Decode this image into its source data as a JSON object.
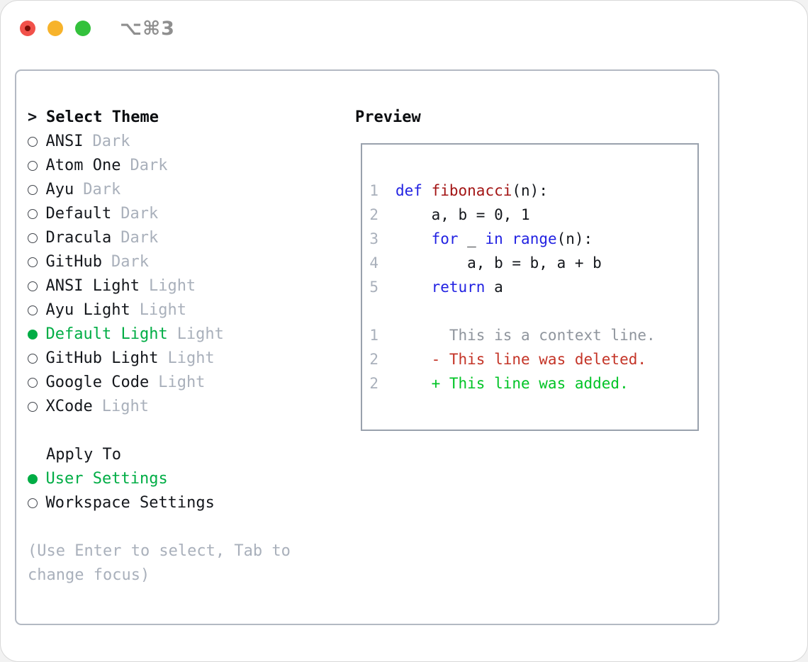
{
  "window": {
    "shortcut_label": "⌥⌘3",
    "traffic_lights": [
      "close",
      "minimize",
      "zoom"
    ]
  },
  "colors": {
    "text": "#14171c",
    "muted": "#a9b0bb",
    "ctx": "#8f959d",
    "kw": "#2222e2",
    "fn": "#a31515",
    "del": "#c43427",
    "add": "#00c426",
    "green": "#00ad45",
    "panel-border": "#b3b9c3",
    "preview-border": "#99a1ad"
  },
  "theme_selector": {
    "header_prefix": ">",
    "header_label": "Select Theme",
    "themes": [
      {
        "name": "ANSI",
        "variant": "Dark",
        "selected": false
      },
      {
        "name": "Atom One",
        "variant": "Dark",
        "selected": false
      },
      {
        "name": "Ayu",
        "variant": "Dark",
        "selected": false
      },
      {
        "name": "Default",
        "variant": "Dark",
        "selected": false
      },
      {
        "name": "Dracula",
        "variant": "Dark",
        "selected": false
      },
      {
        "name": "GitHub",
        "variant": "Dark",
        "selected": false
      },
      {
        "name": "ANSI Light",
        "variant": "Light",
        "selected": false
      },
      {
        "name": "Ayu Light",
        "variant": "Light",
        "selected": false
      },
      {
        "name": "Default Light",
        "variant": "Light",
        "selected": true
      },
      {
        "name": "GitHub Light",
        "variant": "Light",
        "selected": false
      },
      {
        "name": "Google Code",
        "variant": "Light",
        "selected": false
      },
      {
        "name": "XCode",
        "variant": "Light",
        "selected": false
      }
    ],
    "apply_to_label": "Apply To",
    "apply_options": [
      {
        "name": "User Settings",
        "selected": true
      },
      {
        "name": "Workspace Settings",
        "selected": false
      }
    ],
    "hint": "(Use Enter to select, Tab to change focus)"
  },
  "preview": {
    "label": "Preview",
    "lines": [
      {
        "num": "1",
        "parts": [
          {
            "t": "def",
            "s": "kw"
          },
          {
            "t": " ",
            "s": "pl"
          },
          {
            "t": "fibonacci",
            "s": "fn"
          },
          {
            "t": "(n):",
            "s": "pl"
          }
        ]
      },
      {
        "num": "2",
        "parts": [
          {
            "t": "    a, b = 0, 1",
            "s": "pl"
          }
        ]
      },
      {
        "num": "3",
        "parts": [
          {
            "t": "    ",
            "s": "pl"
          },
          {
            "t": "for",
            "s": "kw"
          },
          {
            "t": " _ ",
            "s": "pl"
          },
          {
            "t": "in",
            "s": "kw"
          },
          {
            "t": " ",
            "s": "pl"
          },
          {
            "t": "range",
            "s": "kw"
          },
          {
            "t": "(n):",
            "s": "pl"
          }
        ]
      },
      {
        "num": "4",
        "parts": [
          {
            "t": "        a, b = b, a + b",
            "s": "pl"
          }
        ]
      },
      {
        "num": "5",
        "parts": [
          {
            "t": "    ",
            "s": "pl"
          },
          {
            "t": "return",
            "s": "kw"
          },
          {
            "t": " a",
            "s": "pl"
          }
        ]
      },
      {
        "num": "",
        "parts": []
      },
      {
        "num": "1",
        "parts": [
          {
            "t": "      This is a context line.",
            "s": "ctx"
          }
        ]
      },
      {
        "num": "2",
        "parts": [
          {
            "t": "    - This line was deleted.",
            "s": "del"
          }
        ]
      },
      {
        "num": "2",
        "parts": [
          {
            "t": "    + This line was added.",
            "s": "add"
          }
        ]
      }
    ]
  }
}
